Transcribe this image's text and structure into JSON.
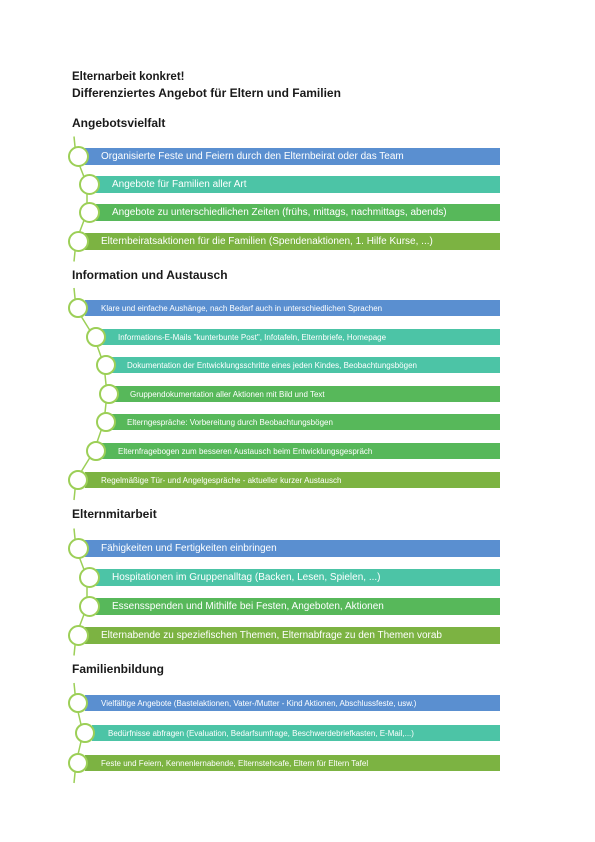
{
  "header": {
    "title": "Elternarbeit konkret!",
    "subtitle": "Differenziertes Angebot für Eltern und Familien"
  },
  "colors": {
    "blue": "#5a8fd0",
    "teal": "#4cc4a6",
    "green": "#57b85a",
    "olive": "#7cb342",
    "dot_border": "#9ccf57"
  },
  "sections": [
    {
      "title": "Angebotsvielfalt",
      "items": [
        "Organisierte Feste und Feiern durch den Elternbeirat oder das Team",
        "Angebote für Familien aller Art",
        "Angebote zu unterschiedlichen Zeiten (frühs, mittags, nachmittags, abends)",
        "Elternbeiratsaktionen für die Familien (Spendenaktionen, 1. Hilfe Kurse, ...)"
      ]
    },
    {
      "title": "Information und Austausch",
      "items": [
        "Klare und einfache Aushänge, nach Bedarf auch in unterschiedlichen Sprachen",
        "Informations-E-Mails \"kunterbunte Post\", Infotafeln, Elternbriefe, Homepage",
        "Dokumentation der Entwicklungsschritte eines jeden Kindes, Beobachtungsbögen",
        "Gruppendokumentation aller Aktionen mit Bild und Text",
        "Elterngespräche: Vorbereitung durch Beobachtungsbögen",
        "Elternfragebogen zum besseren Austausch beim Entwicklungsgespräch",
        "Regelmäßige Tür- und Angelgespräche - aktueller kurzer Austausch"
      ]
    },
    {
      "title": "Elternmitarbeit",
      "items": [
        "Fähigkeiten und Fertigkeiten einbringen",
        "Hospitationen im Gruppenalltag (Backen, Lesen, Spielen, ...)",
        "Essensspenden und Mithilfe bei Festen, Angeboten, Aktionen",
        "Elternabende zu speziefischen Themen, Elternabfrage zu den Themen vorab"
      ]
    },
    {
      "title": "Familienbildung",
      "items": [
        "Vielfältige Angebote (Bastelaktionen, Vater-/Mutter - Kind Aktionen, Abschlussfeste, usw.)",
        "Bedürfnisse abfragen (Evaluation, Bedarfsumfrage, Beschwerdebriefkasten, E-Mail,...)",
        "Feste und Feiern, Kennenlernabende, Elternstehcafe, Eltern für Eltern Tafel"
      ]
    }
  ]
}
